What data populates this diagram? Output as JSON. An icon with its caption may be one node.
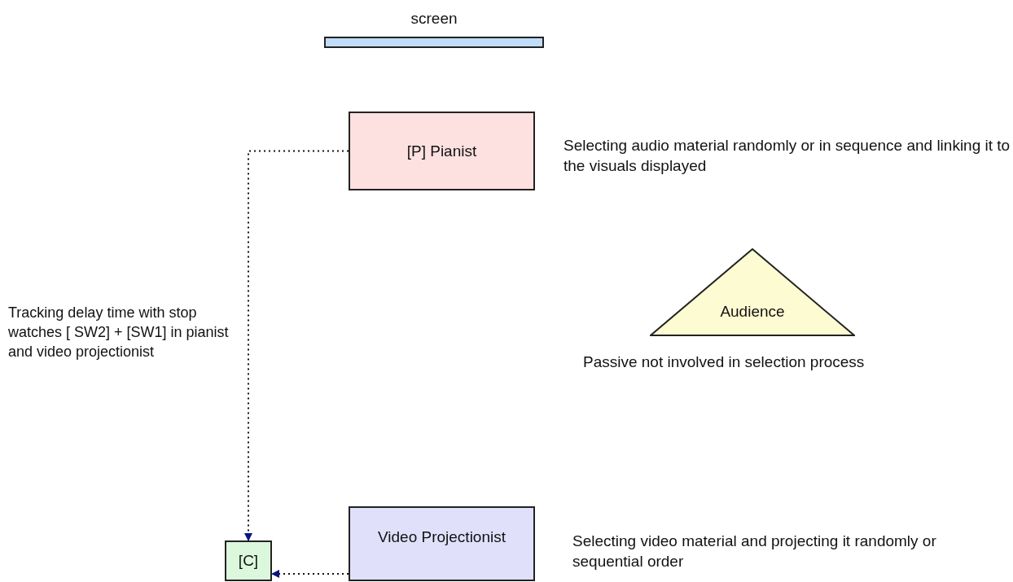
{
  "diagram": {
    "nodes": [
      {
        "text": [
          "screen"
        ]
      },
      {
        "text": [
          "[P] Pianist"
        ],
        "beside": [
          "Selecting audio material randomly or in sequence and linking it to the visuals displayed"
        ]
      },
      {
        "text": [
          "Audience"
        ],
        "beside": [
          "Passive not involved in selection process"
        ]
      },
      {
        "text": [
          "Video Projectionist"
        ],
        "beside": [
          "Selecting video material and projecting it randomly or sequential order"
        ]
      },
      {
        "text": [
          "[C]"
        ]
      }
    ],
    "edges": [
      {
        "from": 1,
        "to": 4,
        "arrow": "to",
        "style": "dashed",
        "label": "Tracking delay time with stop watches [ SW2] + [SW1] in pianist and video projectionist"
      },
      {
        "from": 3,
        "to": 4,
        "arrow": "to",
        "style": "dashed"
      }
    ]
  }
}
